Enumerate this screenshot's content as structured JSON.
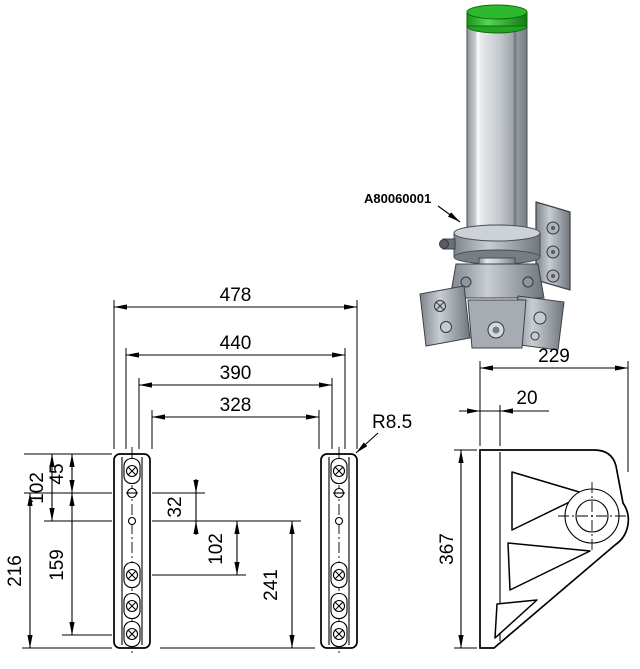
{
  "labels": {
    "part_number": "A80060001",
    "radius": "R8.5"
  },
  "front_view": {
    "overall_width": "478",
    "width_440": "440",
    "width_390": "390",
    "width_328": "328",
    "offset_45": "45",
    "offset_102": "102",
    "height_216": "216",
    "height_159": "159",
    "gap_32": "32",
    "spacing_102": "102",
    "height_241": "241"
  },
  "side_view": {
    "depth_229": "229",
    "flange_20": "20",
    "height_367": "367"
  },
  "colors": {
    "cap_green": "#2eb82e",
    "cap_green_dark": "#23a523",
    "line": "#000000",
    "metal_light": "#e8eaec",
    "metal_mid": "#c3c8cd",
    "metal_dark": "#80878e"
  }
}
